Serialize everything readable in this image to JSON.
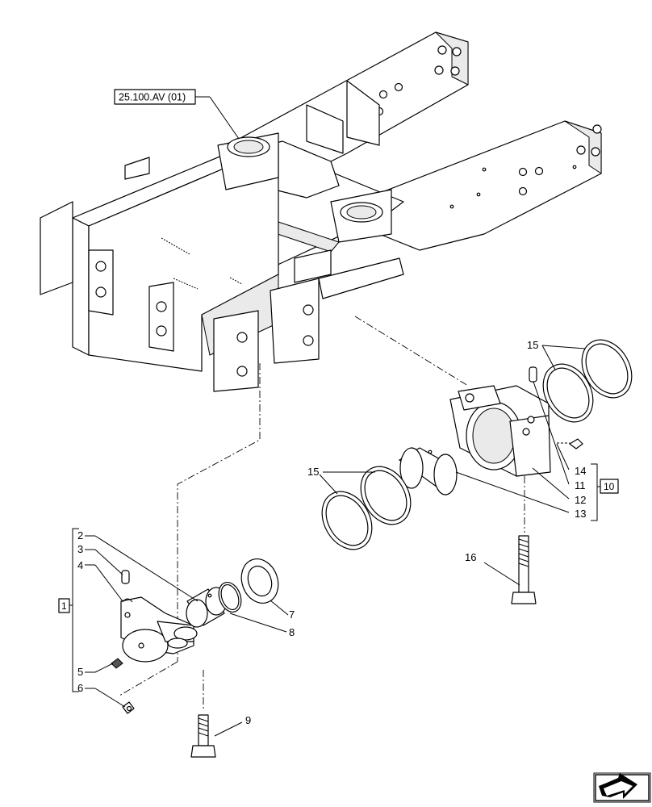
{
  "reference_label": "25.100.AV (01)",
  "callouts": {
    "c1": "1",
    "c2": "2",
    "c3": "3",
    "c4": "4",
    "c5": "5",
    "c6": "6",
    "c7": "7",
    "c8": "8",
    "c9": "9",
    "c10": "10",
    "c11": "11",
    "c12": "12",
    "c13": "13",
    "c14": "14",
    "c15a": "15",
    "c15b": "15",
    "c16": "16"
  },
  "icons": {
    "view_direction": "arrow-box-icon"
  }
}
